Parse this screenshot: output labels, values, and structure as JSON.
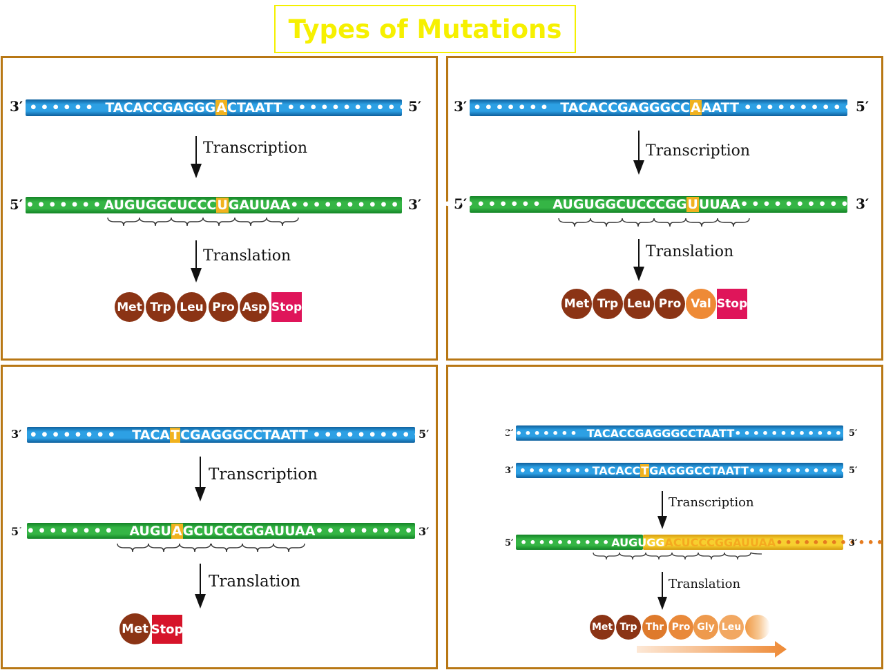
{
  "title": "Types of Mutations",
  "labels": {
    "transcription": "Transcription",
    "translation": "Translation"
  },
  "panel1": {
    "dna": {
      "left": "3′",
      "right": "5′",
      "pre": "TACACCGAGGG",
      "mut": "A",
      "post": "CTAATT"
    },
    "rna": {
      "left": "5′",
      "right": "3′",
      "pre": "AUGUGGCUCCC",
      "mut": "U",
      "post": "GAUUAA"
    },
    "aa": [
      "Met",
      "Trp",
      "Leu",
      "Pro",
      "Asp"
    ],
    "stop": "Stop"
  },
  "panel2": {
    "dna": {
      "left": "3′",
      "right": "5′",
      "pre": "TACACCGAGGGCC",
      "mut": "A",
      "post": "AATT"
    },
    "rna": {
      "left": "5′",
      "right": "3′",
      "pre": "AUGUGGCUCCCGG",
      "mut": "U",
      "post": "UUAA"
    },
    "aa": [
      "Met",
      "Trp",
      "Leu",
      "Pro"
    ],
    "aa_mut": "Val",
    "stop": "Stop"
  },
  "panel3": {
    "dna": {
      "left": "3′",
      "right": "5′",
      "pre": "TACA",
      "mut": "T",
      "post": "CGAGGGCCTAATT"
    },
    "rna": {
      "left": "5′",
      "right": "3′",
      "pre": "AUGU",
      "mut": "A",
      "post": "GCUCCCGGAUUAA"
    },
    "aa": [
      "Met"
    ],
    "stop": "Stop"
  },
  "panel4": {
    "dna1": {
      "left": "3′",
      "right": "5′",
      "seq": "TACACCGAGGGCCTAATT"
    },
    "dna2": {
      "left": "3′",
      "right": "5′",
      "pre": "TACACC",
      "mut": "T",
      "post": "GAGGGCCTAATT"
    },
    "rna": {
      "left": "5′",
      "right": "3′",
      "pre": "AUGUGG",
      "shifted": "ACUCCCGGAUUAA"
    },
    "aa_normal": [
      "Met",
      "Trp"
    ],
    "aa_shift": [
      "Thr",
      "Pro",
      "Gly",
      "Leu"
    ]
  },
  "colors": {
    "panel_border": "#b87714",
    "title": "#f6f000",
    "dna": "#2da0e4",
    "rna": "#35b545",
    "mutation": "#f1b21e",
    "amino_acid": "#8b3415",
    "amino_acid_changed": "#ee8a36",
    "stop": "#df155a"
  }
}
